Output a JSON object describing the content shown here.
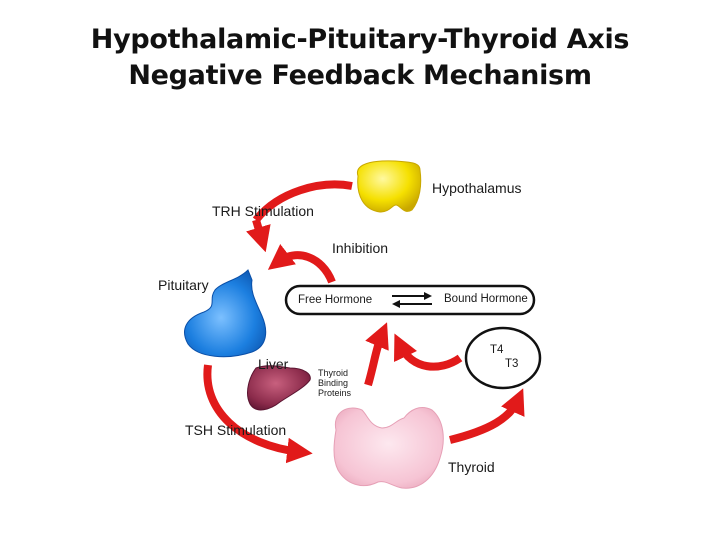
{
  "title": {
    "line1": "Hypothalamic-Pituitary-Thyroid Axis",
    "line2": "Negative Feedback Mechanism"
  },
  "labels": {
    "hypothalamus": "Hypothalamus",
    "trh_stimulation": "TRH Stimulation",
    "inhibition": "Inhibition",
    "pituitary": "Pituitary",
    "free_hormone": "Free Hormone",
    "bound_hormone": "Bound Hormone",
    "t4": "T4",
    "t3": "T3",
    "liver": "Liver",
    "binding_proteins": [
      "Thyroid",
      "Binding",
      "Proteins"
    ],
    "tsh_stimulation": "TSH Stimulation",
    "thyroid": "Thyroid"
  },
  "colors": {
    "arrow": "#e11a1a",
    "hypothalamus": "#f5e000",
    "pituitary": "#1c7fe0",
    "liver": "#8a2a4a",
    "thyroid": "#f6c4d4"
  }
}
